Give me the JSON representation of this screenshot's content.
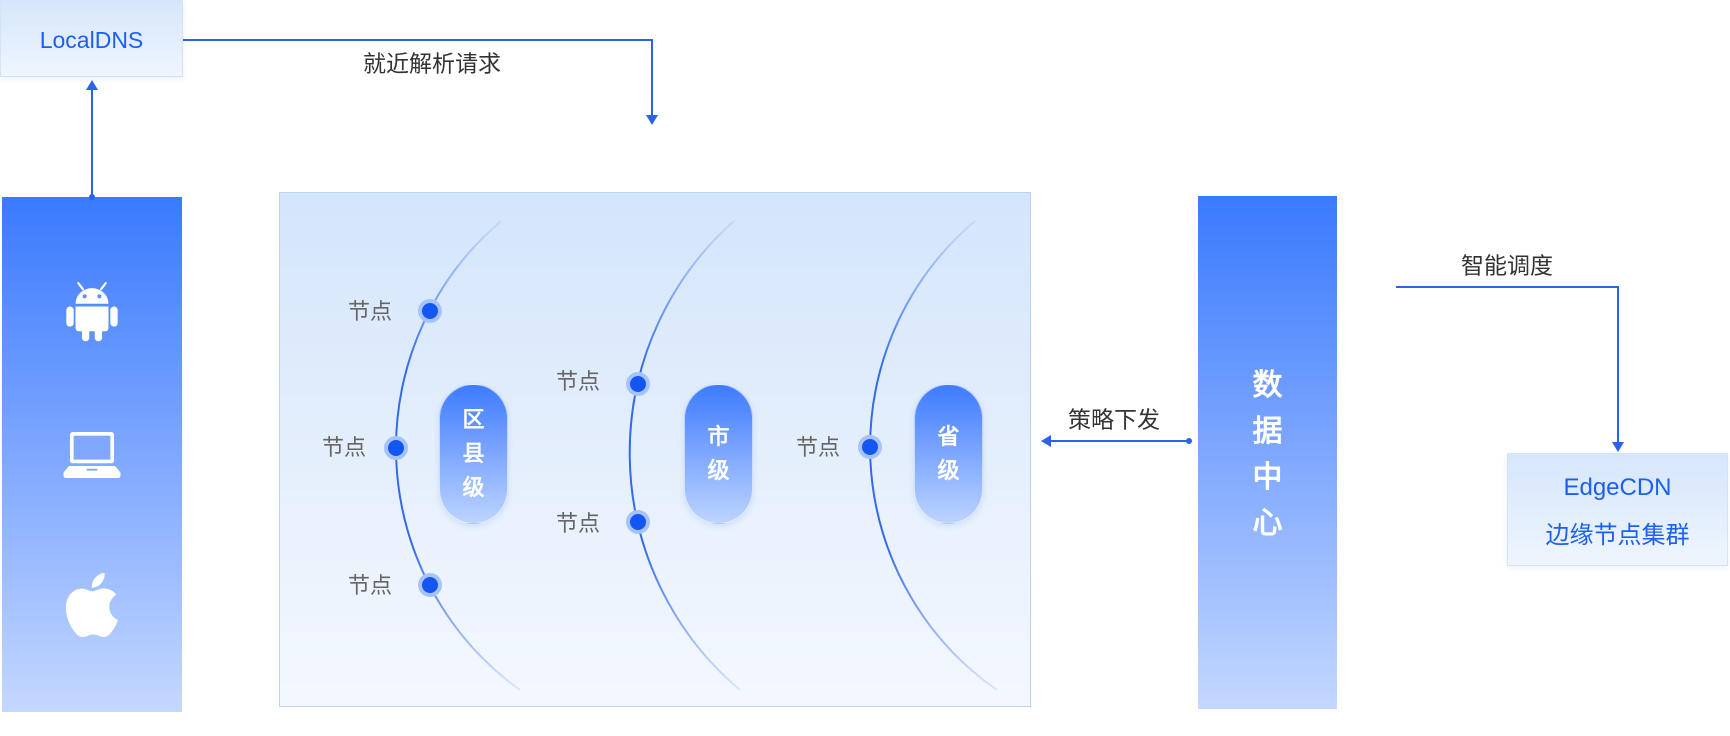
{
  "localdns": {
    "label": "LocalDNS"
  },
  "connectors": {
    "resolve_request": "就近解析请求",
    "policy_dispatch": "策略下发",
    "smart_scheduling": "智能调度"
  },
  "clients": {
    "icons": [
      "android-icon",
      "laptop-icon",
      "apple-icon"
    ]
  },
  "edge_network": {
    "tiers": [
      {
        "label": "区县级",
        "nodes": [
          "节点",
          "节点",
          "节点"
        ]
      },
      {
        "label": "市级",
        "nodes": [
          "节点",
          "节点"
        ]
      },
      {
        "label": "省级",
        "nodes": [
          "节点"
        ]
      }
    ]
  },
  "data_center": {
    "label": "数据中心"
  },
  "edgecdn": {
    "title": "EdgeCDN",
    "subtitle": "边缘节点集群"
  },
  "colors": {
    "accent": "#1d5ff0",
    "line": "#2a63e8",
    "panel_top": "#3a7afe",
    "panel_bottom": "#c4d8ff",
    "box_top": "#d4e5fb",
    "box_bottom": "#f4f8fe",
    "node_core": "#1356f2",
    "node_ring": "#a7c3fb",
    "node_label": "#666666",
    "text": "#333333"
  }
}
